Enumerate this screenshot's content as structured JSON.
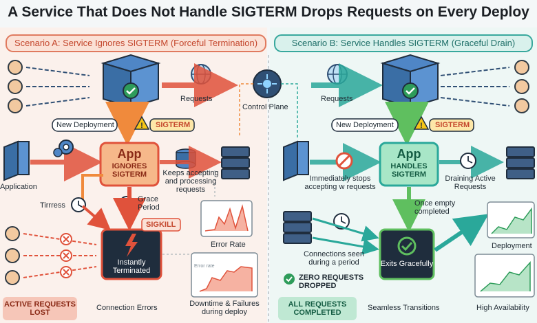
{
  "title": "A Service That Does Not Handle SIGTERM Drops Requests on Every Deploy",
  "scenario_a": {
    "header": "Scenario A: Service Ignores SIGTERM (Forceful Termination)",
    "requests": "Requests",
    "new_deployment": "New Deployment",
    "sigterm": "SIGTERM",
    "application": "Application",
    "app_title": "App",
    "app_subtitle": "IGNORES SIGTERM",
    "keeps_accepting": "Keeps accepting and processing requests",
    "timeout": "Tirrress",
    "grace_period": "Grace Period",
    "sigkill": "SIGKILL",
    "instantly_terminated": "Instantly Terminated",
    "error_rate": "Error Rate",
    "error_rate_axis": "Error rate",
    "downtime": "Downtime & Failures during deploy",
    "connection_errors": "Connection Errors",
    "active_requests_lost": "ACTIVE REQUESTS LOST"
  },
  "control_plane": "Control Plane",
  "scenario_b": {
    "header": "Scenario B: Service Handles SIGTERM (Graceful Drain)",
    "requests": "Requests",
    "new_deployment": "New Deployment",
    "sigterm": "SIGTERM",
    "app_title": "App",
    "app_subtitle": "HANDLES SIGTERM",
    "immediately_stops": "Immediately stops accepting w requests",
    "draining": "Draining Active Requests",
    "once_empty": "Once empty completed",
    "connections_seen": "Connections seen during a period",
    "zero_requests": "ZERO REQUESTS DROPPED",
    "exits": "Exits Gracefully",
    "deployment": "Deployment",
    "all_requests_completed": "ALL REQUESTS COMPLETED",
    "seamless": "Seamless Transitions",
    "high_availability": "High Availability"
  },
  "colors": {
    "red": "#e0523b",
    "orange": "#f08a3c",
    "teal": "#2aa89a",
    "green": "#2e9c5a",
    "navy": "#2f4f74",
    "dark_card": "#1f2d3d"
  },
  "icons": [
    "user-icon",
    "globe-icon",
    "container-icon",
    "check-icon",
    "server-icon",
    "gear-icon",
    "database-icon",
    "clock-icon",
    "warning-icon",
    "lightning-icon",
    "error-x-icon",
    "no-entry-icon",
    "control-plane-icon",
    "chart-icon"
  ]
}
